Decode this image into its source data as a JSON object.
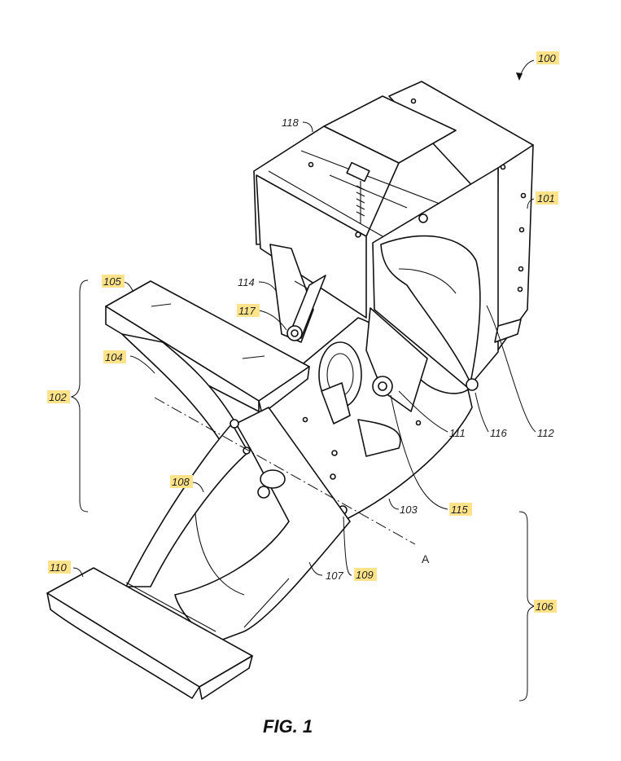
{
  "figure_caption": "FIG. 1",
  "axis_label": "A",
  "reference_numerals": {
    "n100": "100",
    "n101": "101",
    "n102": "102",
    "n103": "103",
    "n104": "104",
    "n105": "105",
    "n106": "106",
    "n107": "107",
    "n108": "108",
    "n109": "109",
    "n110": "110",
    "n111": "111",
    "n112": "112",
    "n114": "114",
    "n115": "115",
    "n116": "116",
    "n117": "117",
    "n118": "118"
  },
  "colors": {
    "highlight": "#ffe38a",
    "line": "#111111"
  }
}
